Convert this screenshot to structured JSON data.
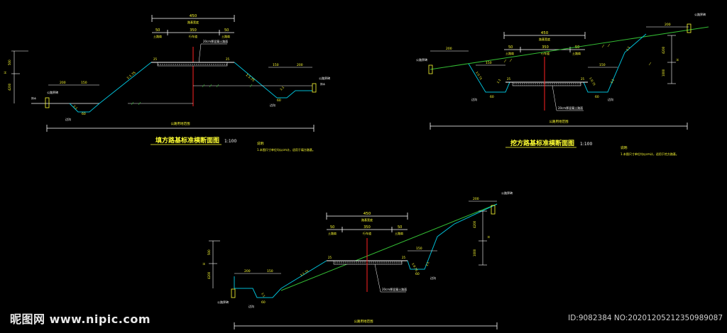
{
  "colors": {
    "background": "#000000",
    "road_surface": "#ffffff",
    "embankment_slope": "#00bcd4",
    "ground_line": "#33bb33",
    "dimension_text": "#ffff33",
    "center_line": "#ff2222",
    "leader": "#ffffff"
  },
  "fill_section": {
    "title": "填方路基标准横断面图",
    "scale": "1:100",
    "bottom_label": "公路用地范围",
    "dim_total": "450",
    "dim_total_sub": "路基宽度",
    "dim_left": "50",
    "dim_left_sub": "土路肩",
    "dim_mid": "350",
    "dim_mid_sub": "行车道",
    "dim_right": "50",
    "dim_right_sub": "土路肩",
    "pavement_note": "20cm厚混凝土路面",
    "slope_left": "1:1.75",
    "slope_right": "1:1.75",
    "slope_ditch_l": "1:1",
    "slope_ditch_r": "1:1",
    "ditch_w": "60",
    "ditch_w_r": "60",
    "left_200": "200",
    "left_150": "150",
    "right_150": "150",
    "right_200": "200",
    "edge_left_a": "25",
    "edge_right_a": "25",
    "height_500": "500",
    "height_4200": "4200",
    "height_h": "H",
    "side_label_l": "公路界碑",
    "side_label_r": "公路界碑",
    "ditch_label": "边沟",
    "ditch_label_r": "边沟",
    "drain_label": "排水",
    "drain_label_r": "排水",
    "note_title": "说明:",
    "note_body": "1.本图尺寸单位均以cm计，适用于填方路基。"
  },
  "cut_section": {
    "title": "挖方路基标准横断面图",
    "scale": "1:100",
    "bottom_label": "公路用地范围",
    "dim_total": "450",
    "dim_total_sub": "路基宽度",
    "dim_left": "50",
    "dim_left_sub": "土路肩",
    "dim_mid": "350",
    "dim_mid_sub": "行车道",
    "dim_right": "50",
    "dim_right_sub": "土路肩",
    "dim_top_right": "200",
    "left_200": "200",
    "left_150": "150",
    "right_150": "150",
    "pavement_note": "20cm厚混凝土路面",
    "slope_l1": "1:0.75",
    "slope_l2": "1:1",
    "slope_r1": "1:0.75",
    "slope_r2": "1:1",
    "slope_top": "1:1",
    "ditch_w_l": "60",
    "ditch_w_r": "60",
    "edge_l": "25",
    "edge_r": "25",
    "height_4200": "4200",
    "height_1000": "1000",
    "height_h": "H",
    "side_label_l": "公路界碑",
    "side_label_r": "公路界碑",
    "ditch_label_l": "边沟",
    "ditch_label_r": "边沟",
    "note_title": "说明:",
    "note_body": "1.本图尺寸单位均以cm计，适用于挖方路基。"
  },
  "half_section": {
    "bottom_label": "公路用地范围",
    "dim_total": "450",
    "dim_total_sub": "路基宽度",
    "dim_left": "50",
    "dim_left_sub": "土路肩",
    "dim_mid": "350",
    "dim_mid_sub": "行车道",
    "dim_right": "50",
    "dim_right_sub": "土路肩",
    "dim_top_right": "200",
    "left_200": "200",
    "left_150": "150",
    "right_150": "150",
    "pavement_note": "20cm厚混凝土路面",
    "slope_l": "1:1.75",
    "slope_l2": "1:1",
    "slope_r1": "1:0.75",
    "slope_r2": "1:1",
    "ditch_w_l": "60",
    "ditch_w_r": "60",
    "edge_l": "25",
    "edge_r": "25",
    "height_500": "500",
    "height_4200_l": "4200",
    "height_h_l": "H",
    "height_4200_r": "4200",
    "height_1000_r": "1000",
    "height_h_r": "H",
    "side_label_l": "公路界碑",
    "side_label_r": "公路界碑",
    "ditch_label_l": "边沟",
    "ditch_label_r": "边沟"
  },
  "watermark": {
    "logo": "昵图网 www.nipic.com",
    "id": "ID:9082384 NO:20201205212350989087"
  }
}
